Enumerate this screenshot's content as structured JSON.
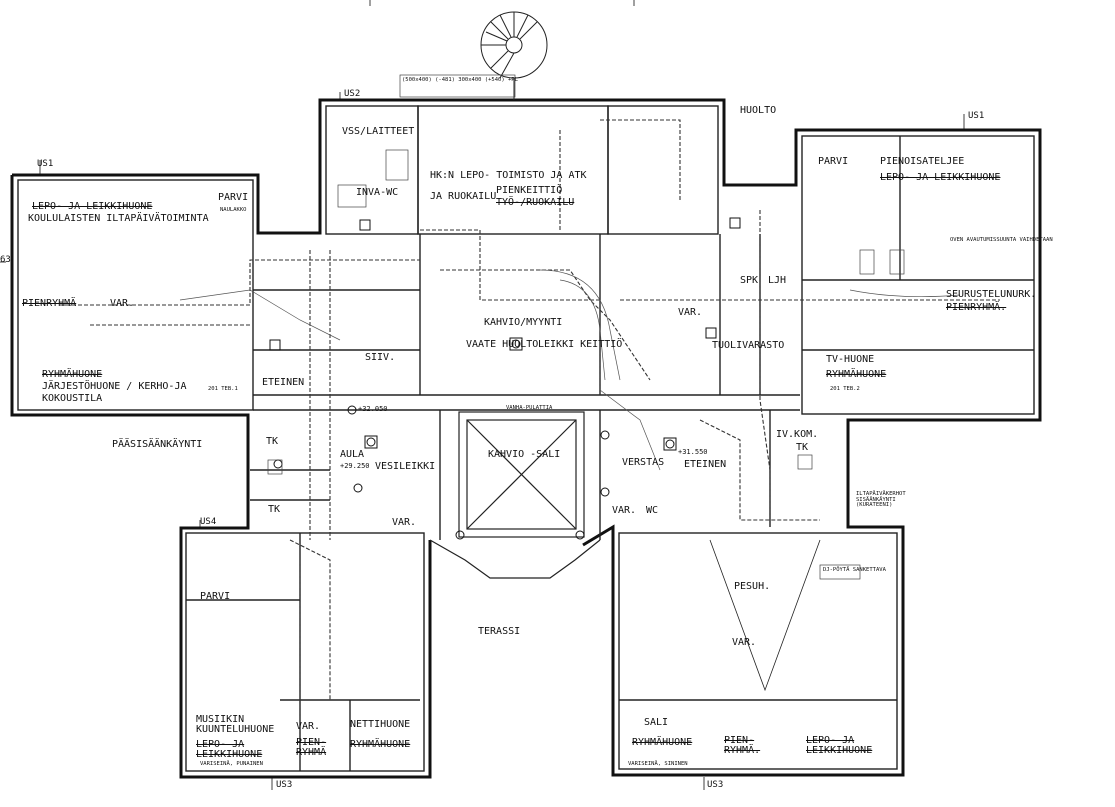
{
  "drawing": {
    "sheet_refs": {
      "us1_left": "US1",
      "us1_right": "US1",
      "us2": "US2",
      "us3_left": "US3",
      "us3_right": "US3",
      "us4": "US4",
      "edge_mark": "63"
    },
    "rooms": {
      "parvi_left": "PARVI",
      "lepo_leikki_left": "LEPO- JA LEIKKIHUONE",
      "koululaisten": "KOULULAISTEN ILTAPÄIVÄTOIMINTA",
      "pienryhma_left": "PIENRYHMÄ",
      "var_left": "VAR.",
      "ryhmahuone_left": "RYHMÄHUONE",
      "jarjesto": "JÄRJESTÖHUONE / KERHO-JA",
      "kokoustila": "KOKOUSTILA",
      "vss_laitteet": "VSS/LAITTEET",
      "inva_wc": "INVA-WC",
      "hkn_lepo": "HK:N LEPO- TOIMISTO JA ATK",
      "ja_ruokailu": "JA RUOKAILU",
      "pienkeittio": "PIENKEITTIÖ",
      "tyo_ruokailu": "TYÖ-/RUOKAILU",
      "huolto": "HUOLTO",
      "parvi_right": "PARVI",
      "pienoisateljee": "PIENOISATELJEE",
      "lepo_leikki_right": "LEPO- JA LEIKKIHUONE",
      "seurustelu": "SEURUSTELUNURK.",
      "pienryhma_right": "PIENRYHMÄ.",
      "tv_huone": "TV-HUONE",
      "ryhmahuone_right": "RYHMÄHUONE",
      "kahvio_myynti": "KAHVIO/MYYNTI",
      "vaatehuolto": "VAATE HUOLTO",
      "leikki_keittio": "LEIKKI KEITTIÖ",
      "siiv": "SIIV.",
      "eteinen_left": "ETEINEN",
      "tuolivarasto": "TUOLIVARASTO",
      "ljh": "LJH",
      "spk": "SPK",
      "var_top_mid": "VAR.",
      "paasisaankaynti": "PÄÄSISÄÄNKÄYNTI",
      "aula": "AULA",
      "vesileikki": "VESILEIKKI",
      "kahvio_sali": "KAHVIO -SALI",
      "eteinen_right": "ETEINEN",
      "vaihtovarasto": "VERSTAS",
      "iv_kom": "IV.KOM.",
      "tk1": "TK",
      "tk2": "TK",
      "tk3": "TK",
      "var_mid": "VAR.",
      "var_mid2": "VAR.",
      "wc": "WC",
      "terassi": "TERASSI",
      "parvi_bottom": "PARVI",
      "musiikin": "MUSIIKIN KUUNTELUHUONE",
      "lepo_leikki_bottom": "LEPO- JA LEIKKIHUONE",
      "var_bottom": "VAR.",
      "pien_ryhma_bottom": "PIEN-RYHMÄ",
      "nettihuone": "NETTIHUONE",
      "ryhmahuone_bottom": "RYHMÄHUONE",
      "pesuh": "PESUH.",
      "var_right_bottom": "VAR.",
      "sali": "SALI",
      "ryhmahuone_br": "RYHMÄHUONE",
      "pien_ryhma_br": "PIEN-RYHMÄ.",
      "lepo_leikki_br": "LEPO- JA LEIKKIHUONE"
    },
    "notes": {
      "nalakko": "NAULAKKO",
      "iv_201_a": "201 TEB.1",
      "iv_201_b": "201 TEB.2",
      "level_1": "+32.050",
      "level_2": "+31.550",
      "level_3": "+29.250",
      "dj": "DJ-PÖYTÄ SANKETTAVA",
      "iltapaiva": "ILTAPÄIVÄKERHOT SISÄÄNKÄYNTI (KURATEENI)",
      "varisema_left": "VARISEINÄ, PUNAINEN",
      "varisema_right": "VARISEINÄ, SININEN",
      "vanha_pulatta": "VANHA-PULATTIA",
      "tarvi": "OVEN AVAUTUMISSUUNTA VAIHDETAAN",
      "duct_box": "(500x400) (-481) 300x400 (+540) +PL"
    }
  }
}
